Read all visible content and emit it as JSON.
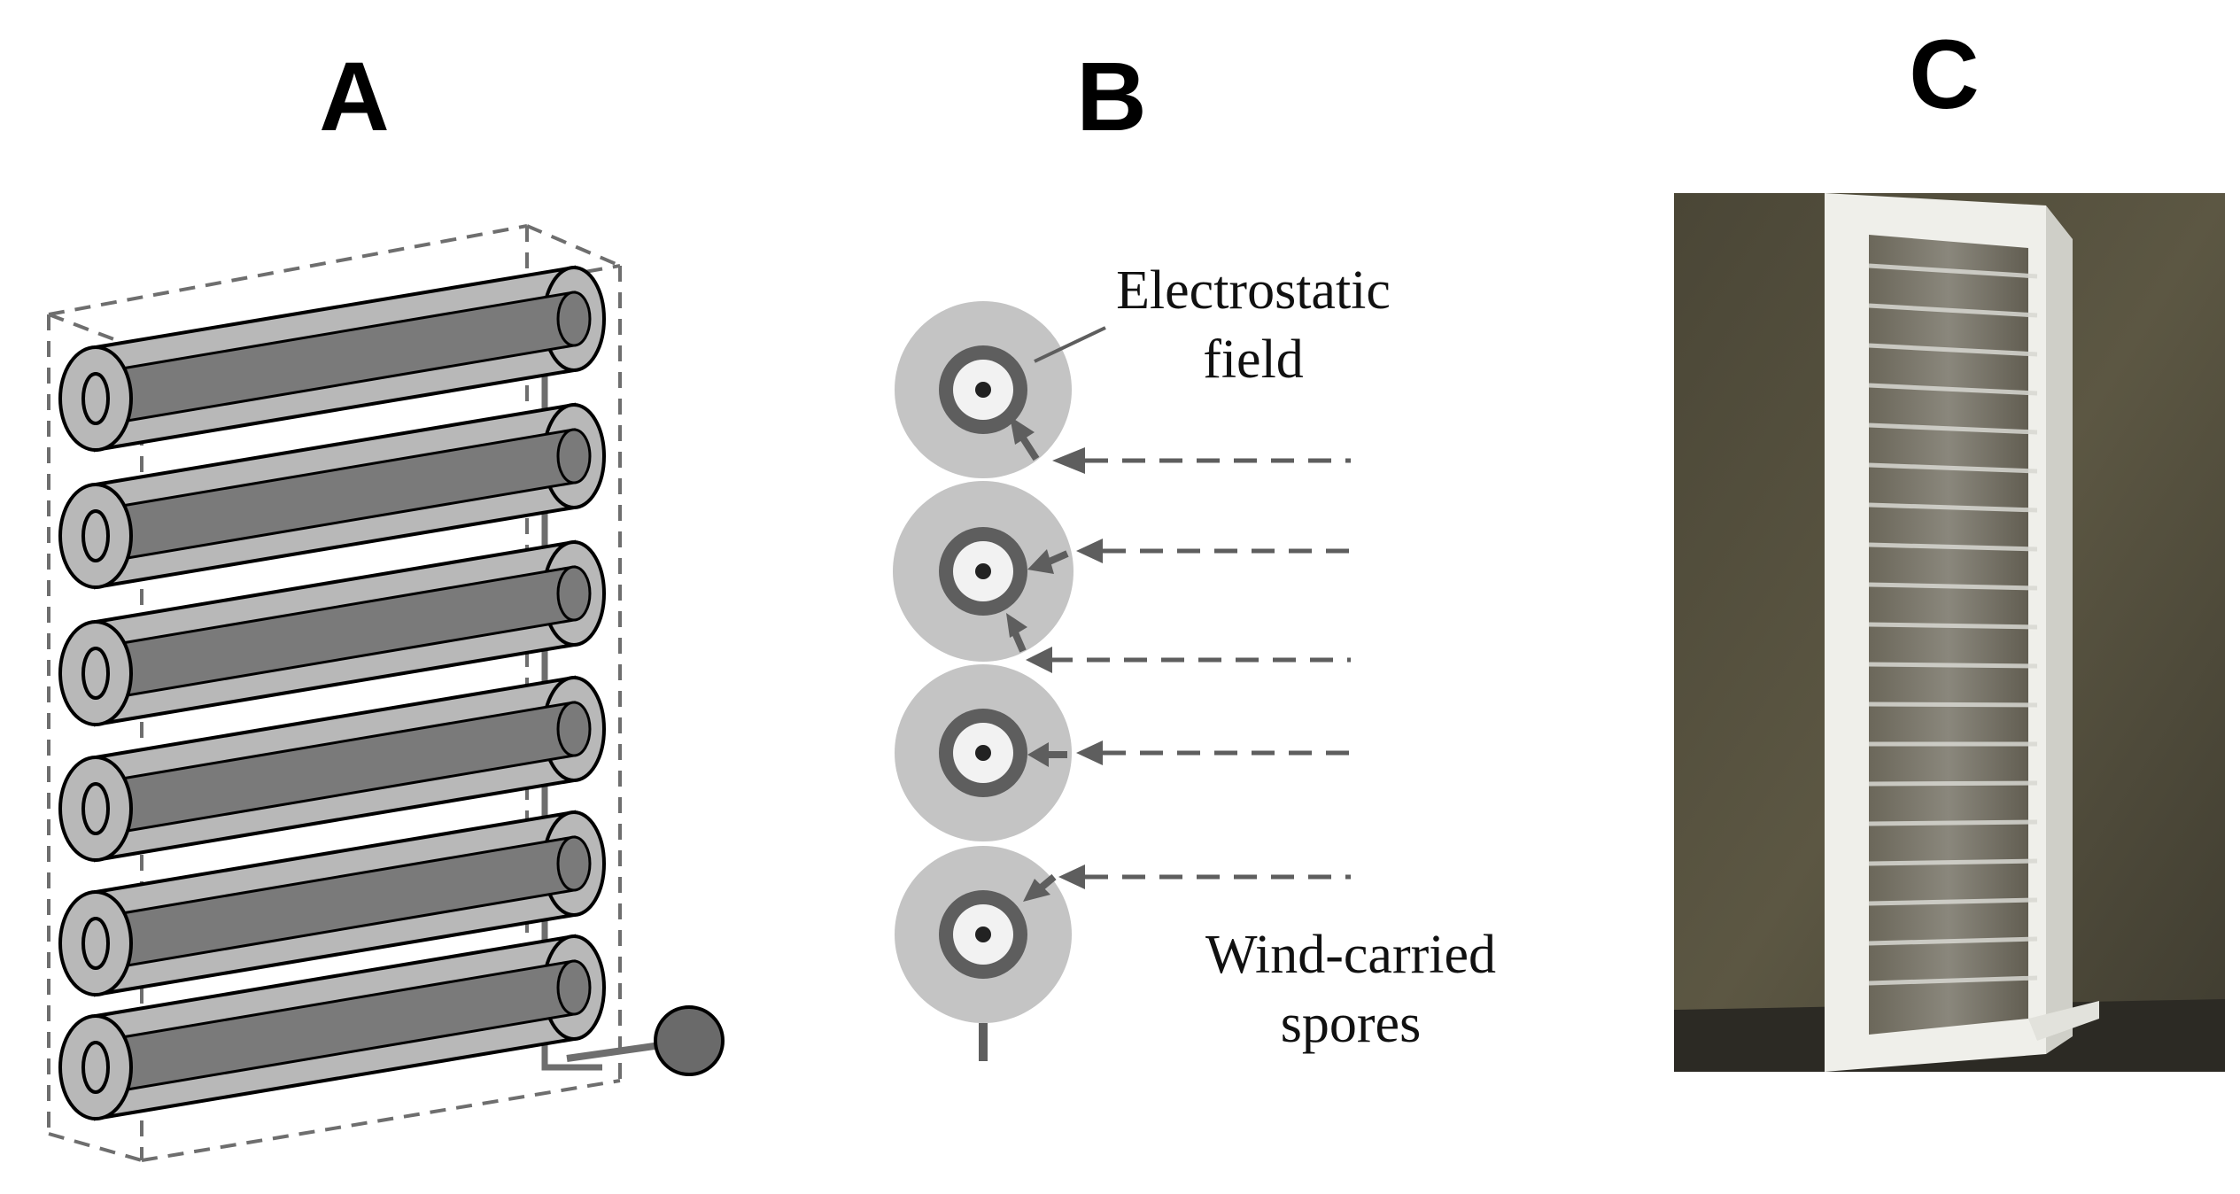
{
  "panels": {
    "a": {
      "letter": "A"
    },
    "b": {
      "letter": "B",
      "label_field": "Electrostatic\nfield",
      "label_spores": "Wind-carried\nspores"
    },
    "c": {
      "letter": "C"
    }
  },
  "colors": {
    "tube_outer": "#b8b8b8",
    "tube_inner": "#7a7a7a",
    "dashed_line": "#6e6e6e",
    "halo": "#c4c4c4",
    "ring": "#5e5e5e",
    "photo_wall": "#56513e",
    "photo_frame": "#eeeeea"
  }
}
